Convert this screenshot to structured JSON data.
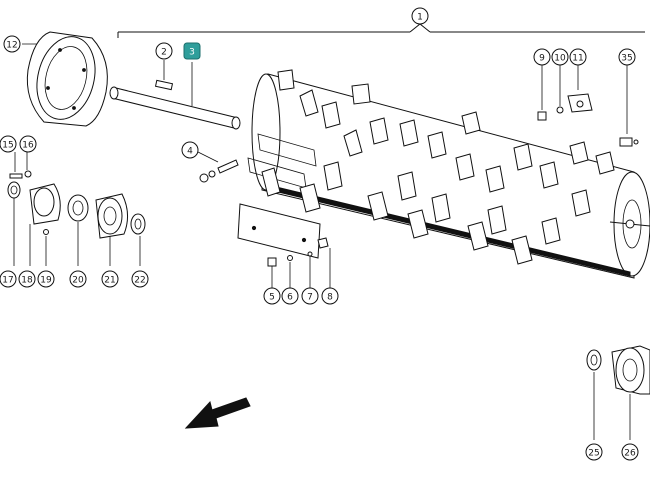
{
  "colors": {
    "line": "#111111",
    "highlight": "#2f9e9b",
    "background": "#ffffff"
  },
  "callouts": [
    {
      "id": "c1",
      "label": "1"
    },
    {
      "id": "c2",
      "label": "2"
    },
    {
      "id": "c3",
      "label": "3",
      "highlighted": true
    },
    {
      "id": "c4",
      "label": "4"
    },
    {
      "id": "c5",
      "label": "5"
    },
    {
      "id": "c6",
      "label": "6"
    },
    {
      "id": "c7",
      "label": "7"
    },
    {
      "id": "c8",
      "label": "8"
    },
    {
      "id": "c9",
      "label": "9"
    },
    {
      "id": "c10",
      "label": "10"
    },
    {
      "id": "c11",
      "label": "11"
    },
    {
      "id": "c12",
      "label": "12"
    },
    {
      "id": "c15",
      "label": "15"
    },
    {
      "id": "c16",
      "label": "16"
    },
    {
      "id": "c17",
      "label": "17"
    },
    {
      "id": "c18",
      "label": "18"
    },
    {
      "id": "c19",
      "label": "19"
    },
    {
      "id": "c20",
      "label": "20"
    },
    {
      "id": "c21",
      "label": "21"
    },
    {
      "id": "c22",
      "label": "22"
    },
    {
      "id": "c25",
      "label": "25"
    },
    {
      "id": "c26",
      "label": "26"
    },
    {
      "id": "c35",
      "label": "35"
    }
  ],
  "icons": {
    "direction": "direction-arrow-icon"
  }
}
